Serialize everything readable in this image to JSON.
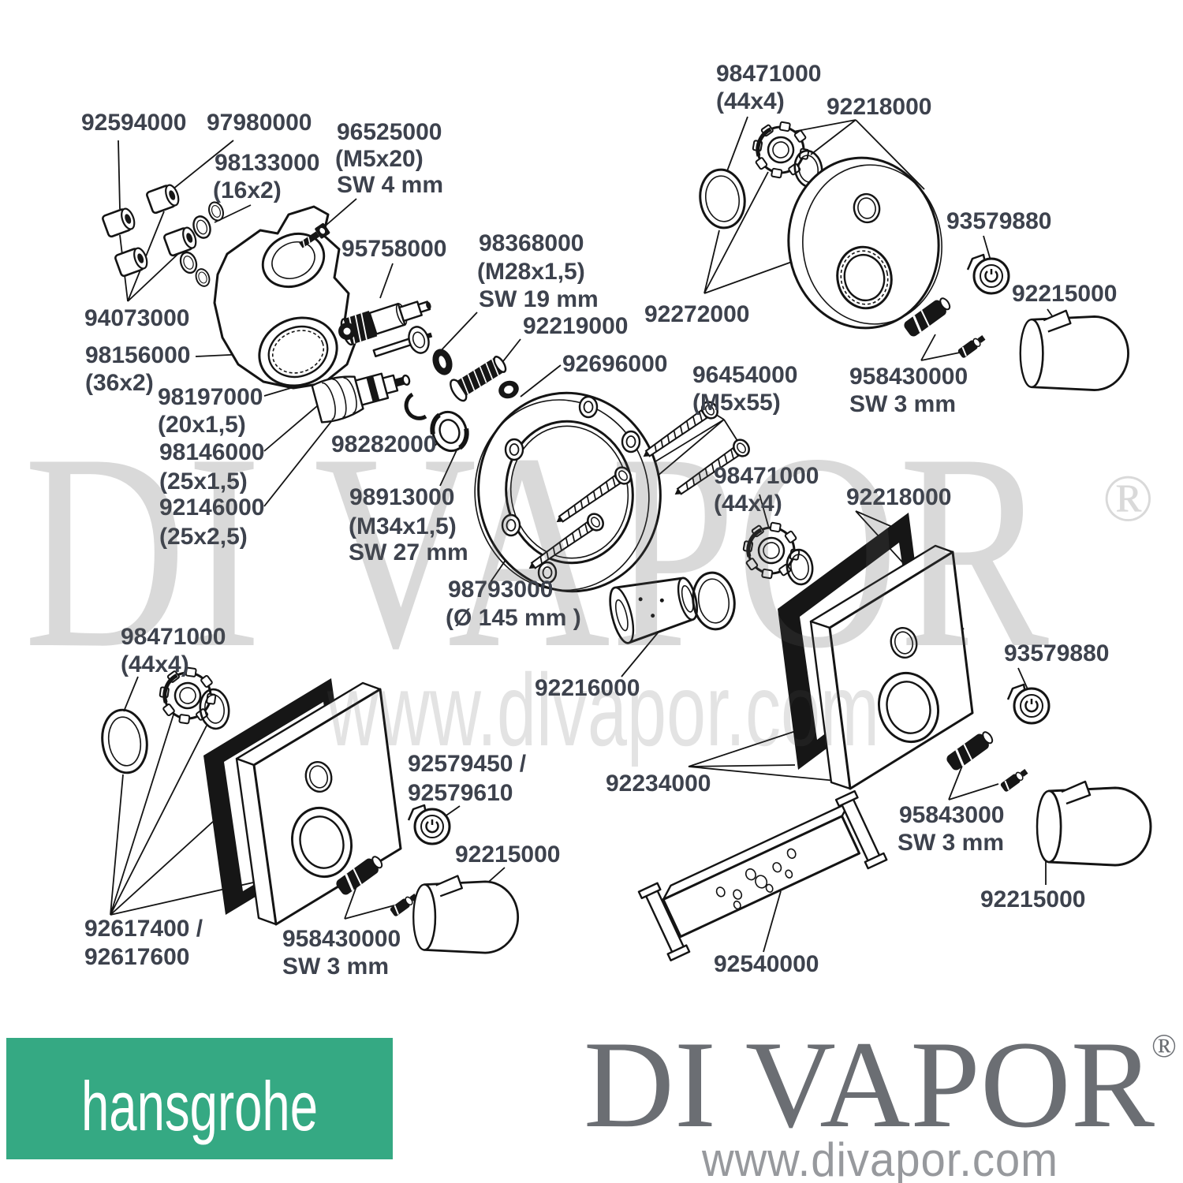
{
  "watermark": {
    "brand": "DI VAPOR",
    "registered": "®",
    "url": "www.divapor.com"
  },
  "footer": {
    "hansgrohe": {
      "label": "hansgrohe",
      "bg_color": "#35a983",
      "text_color": "#ffffff"
    },
    "divapor": {
      "brand": "DI VAPOR",
      "registered": "®",
      "url": "www.divapor.com",
      "brand_color": "#6b6e73",
      "url_color": "#97999d"
    }
  },
  "diagram": {
    "line_color": "#141414",
    "label_color": "#3d424d",
    "labels": [
      {
        "part": "92594000",
        "lines": [
          "92594000"
        ]
      },
      {
        "part": "97980000",
        "lines": [
          "97980000"
        ]
      },
      {
        "part": "98133000",
        "lines": [
          "98133000",
          "(16x2)"
        ]
      },
      {
        "part": "96525000",
        "lines": [
          "96525000",
          "(M5x20)",
          "SW 4 mm"
        ]
      },
      {
        "part": "95758000",
        "lines": [
          "95758000"
        ]
      },
      {
        "part": "98368000",
        "lines": [
          "98368000",
          "(M28x1,5)",
          "SW 19 mm"
        ]
      },
      {
        "part": "92219000",
        "lines": [
          "92219000"
        ]
      },
      {
        "part": "92696000",
        "lines": [
          "92696000"
        ]
      },
      {
        "part": "94073000",
        "lines": [
          "94073000"
        ]
      },
      {
        "part": "98156000",
        "lines": [
          "98156000",
          "(36x2)"
        ]
      },
      {
        "part": "98197000",
        "lines": [
          "98197000",
          "(20x1,5)"
        ]
      },
      {
        "part": "98146000",
        "lines": [
          "98146000",
          "(25x1,5)"
        ]
      },
      {
        "part": "92146000",
        "lines": [
          "92146000",
          "(25x2,5)"
        ]
      },
      {
        "part": "98282000",
        "lines": [
          "98282000"
        ]
      },
      {
        "part": "98913000",
        "lines": [
          "98913000",
          "(M34x1,5)",
          "SW 27 mm"
        ]
      },
      {
        "part": "98793000",
        "lines": [
          "98793000",
          "(Ø 145 mm )"
        ]
      },
      {
        "part": "96454000",
        "lines": [
          "96454000",
          "(M5x55)"
        ]
      },
      {
        "part": "98471000",
        "lines": [
          "98471000",
          "(44x4)"
        ]
      },
      {
        "part": "92218000",
        "lines": [
          "92218000"
        ]
      },
      {
        "part": "93579880",
        "lines": [
          "93579880"
        ]
      },
      {
        "part": "92215000",
        "lines": [
          "92215000"
        ]
      },
      {
        "part": "92272000",
        "lines": [
          "92272000"
        ]
      },
      {
        "part": "958430000",
        "lines": [
          "958430000",
          "SW 3 mm"
        ]
      },
      {
        "part": "98471000",
        "lines": [
          "98471000",
          "(44x4)"
        ]
      },
      {
        "part": "92218000",
        "lines": [
          "92218000"
        ]
      },
      {
        "part": "93579880",
        "lines": [
          "93579880"
        ]
      },
      {
        "part": "92216000",
        "lines": [
          "92216000"
        ]
      },
      {
        "part": "92234000",
        "lines": [
          "92234000"
        ]
      },
      {
        "part": "95843000",
        "lines": [
          "95843000",
          "SW 3 mm"
        ]
      },
      {
        "part": "92215000",
        "lines": [
          "92215000"
        ]
      },
      {
        "part": "92540000",
        "lines": [
          "92540000"
        ]
      },
      {
        "part": "98471000",
        "lines": [
          "98471000",
          "(44x4)"
        ]
      },
      {
        "part": "92579450",
        "lines": [
          "92579450 /",
          "92579610"
        ]
      },
      {
        "part": "92215000",
        "lines": [
          "92215000"
        ]
      },
      {
        "part": "92617400",
        "lines": [
          "92617400 /",
          "92617600"
        ]
      },
      {
        "part": "958430000",
        "lines": [
          "958430000",
          "SW 3 mm"
        ]
      }
    ]
  }
}
